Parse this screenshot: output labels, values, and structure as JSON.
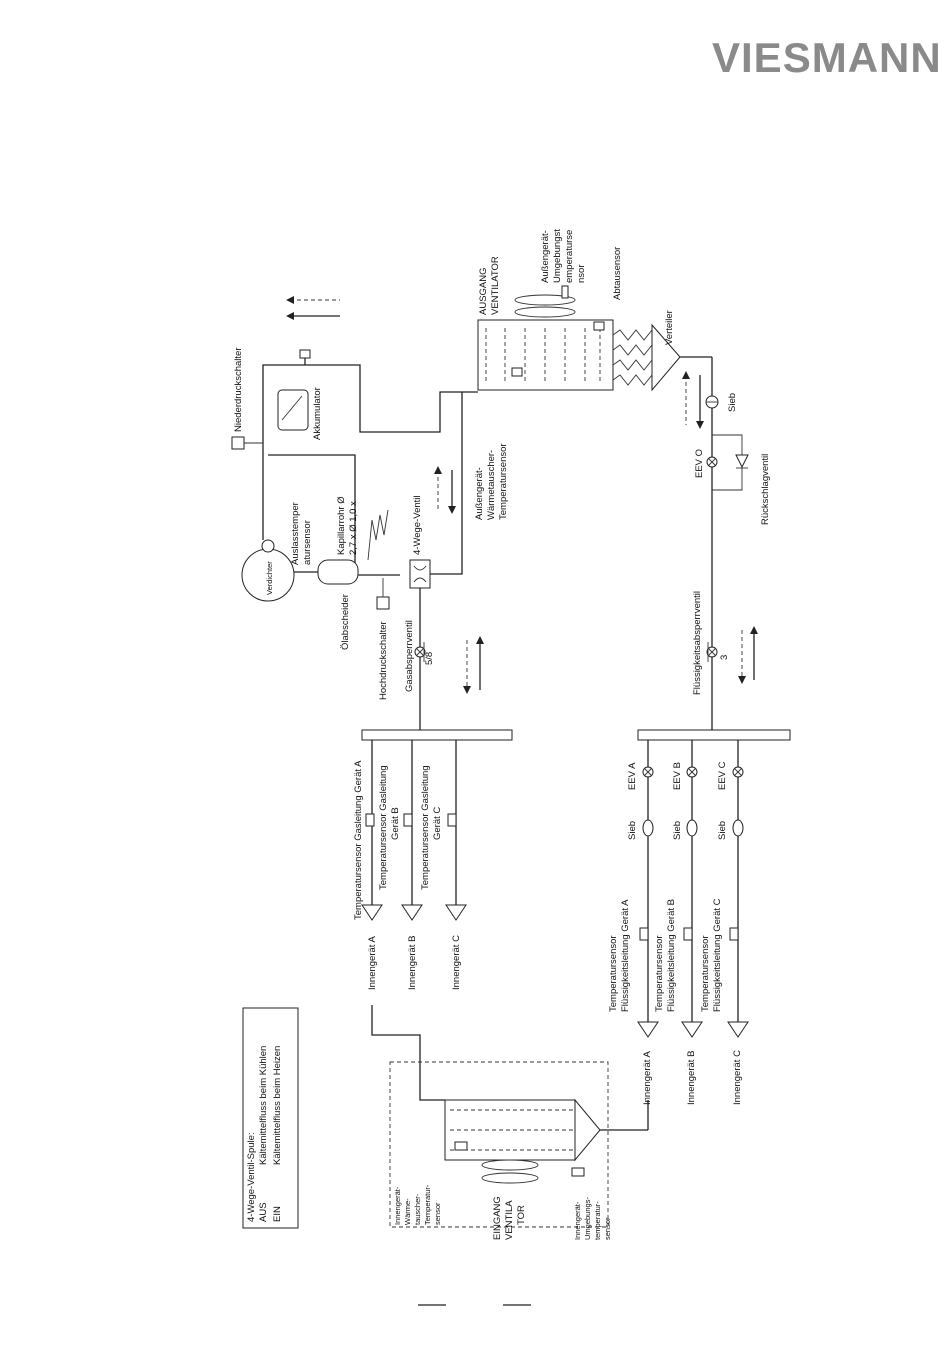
{
  "brand": {
    "logo_text": "VIESMANN",
    "logo_color": "#8a8a8a"
  },
  "labels": {
    "niederdruckschalter": "Niederdruckschalter",
    "akkumulator": "Akkumulator",
    "verdichter": "Verdichter",
    "auslasstemp_1": "Auslasstemper",
    "auslasstemp_2": "atursensor",
    "kapillar_1": "Kapillarrohr Ø",
    "kapillar_2": "2,7 x Ø 1,0 x",
    "vierwege": "4-Wege-Ventil",
    "oelabscheider": "Ölabscheider",
    "hochdruckschalter": "Hochdruckschalter",
    "gasabsperrventil": "Gasabsperrventil",
    "gas_size": "5/8",
    "aussen_wt_1": "Außengerät-",
    "aussen_wt_2": "Wärmetauscher-",
    "aussen_wt_3": "Temperatursensor",
    "ausgang_1": "AUSGANG",
    "ausgang_2": "VENTILATOR",
    "aussen_umg_1": "Außengerät-",
    "aussen_umg_2": "Umgebungst",
    "aussen_umg_3": "emperaturse",
    "aussen_umg_4": "nsor",
    "abtausensor": "Abtausensor",
    "verteiler": "Verteiler",
    "sieb": "Sieb",
    "eev_o": "EEV O",
    "rueckschlag": "Rückschlagventil",
    "fluessig_absperr": "Flüssigkeitsabsperrventil",
    "fluessig_size": "3",
    "gas_sensor_a": "Temperatursensor Gasleitung Gerät A",
    "gas_sensor_b_1": "Temperatursensor Gasleitung",
    "gas_sensor_b_2": "Gerät B",
    "gas_sensor_c_1": "Temperatursensor Gasleitung",
    "gas_sensor_c_2": "Gerät C",
    "innen_a": "Innengerät A",
    "innen_b": "Innengerät B",
    "innen_c": "Innengerät C",
    "eev_a": "EEV A",
    "eev_b": "EEV B",
    "eev_c": "EEV C",
    "liq_sensor_a_1": "Temperatursensor",
    "liq_sensor_a_2": "Flüssigkeitsleitung Gerät A",
    "liq_sensor_b_1": "Temperatursensor",
    "liq_sensor_b_2": "Flüssigkeitsleitung Gerät B",
    "liq_sensor_c_1": "Temperatursensor",
    "liq_sensor_c_2": "Flüssigkeitsleitung Gerät C",
    "legend_title": "4-Wege-Ventil-Spule:",
    "legend_aus": "AUS",
    "legend_aus_desc": "Kältemittelfluss beim Kühlen",
    "legend_ein": "EIN",
    "legend_ein_desc": "Kältemittelfluss beim Heizen",
    "innen_wt_1": "Innengerät-",
    "innen_wt_2": "Wärme-",
    "innen_wt_3": "tauscher-",
    "innen_wt_4": "Temperatur-",
    "innen_wt_5": "sensor",
    "eingang_1": "EINGANG",
    "eingang_2": "VENTILA",
    "eingang_3": "TOR",
    "innen_umg_1": "Innengerät-",
    "innen_umg_2": "Umgebungs-",
    "innen_umg_3": "temperatur-",
    "innen_umg_4": "sensor"
  }
}
